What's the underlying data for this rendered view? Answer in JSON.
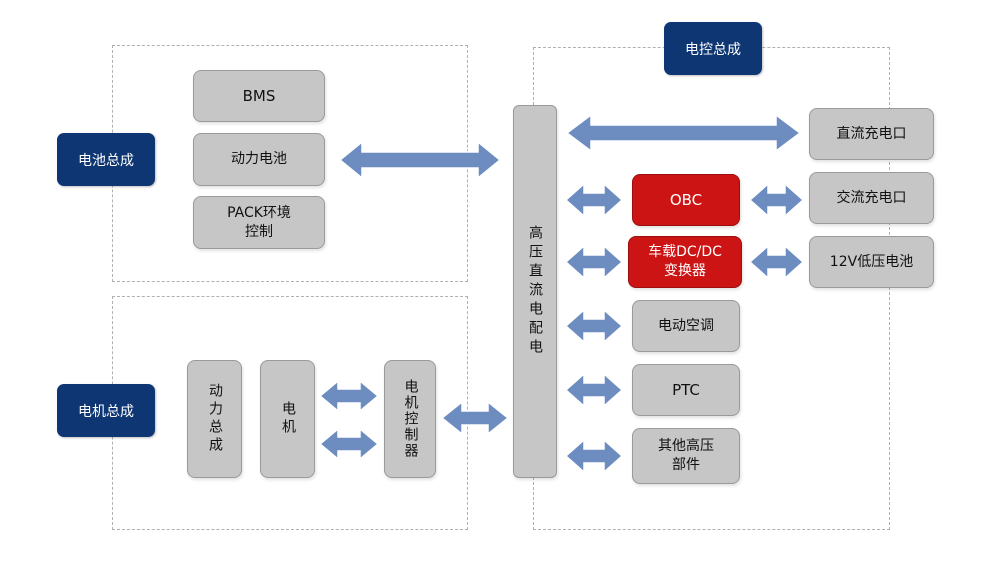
{
  "battery_group": {
    "label": "电池总成",
    "items": [
      "BMS",
      "动力电池",
      "PACK环境\n控制"
    ]
  },
  "motor_group": {
    "label": "电机总成",
    "items": [
      "动力总成",
      "电机",
      "电机控制器"
    ]
  },
  "control_group": {
    "label": "电控总成",
    "bus_label": "高压直流电配电",
    "components": [
      "OBC",
      "车载DC/DC\n变换器",
      "电动空调",
      "PTC",
      "其他高压\n部件"
    ],
    "ports": [
      "直流充电口",
      "交流充电口",
      "12V低压电池"
    ]
  },
  "colors": {
    "group_tag": "#0d3673",
    "box_fill": "#c6c6c6",
    "highlight": "#cc1414",
    "arrow": "#6d8cc0"
  }
}
